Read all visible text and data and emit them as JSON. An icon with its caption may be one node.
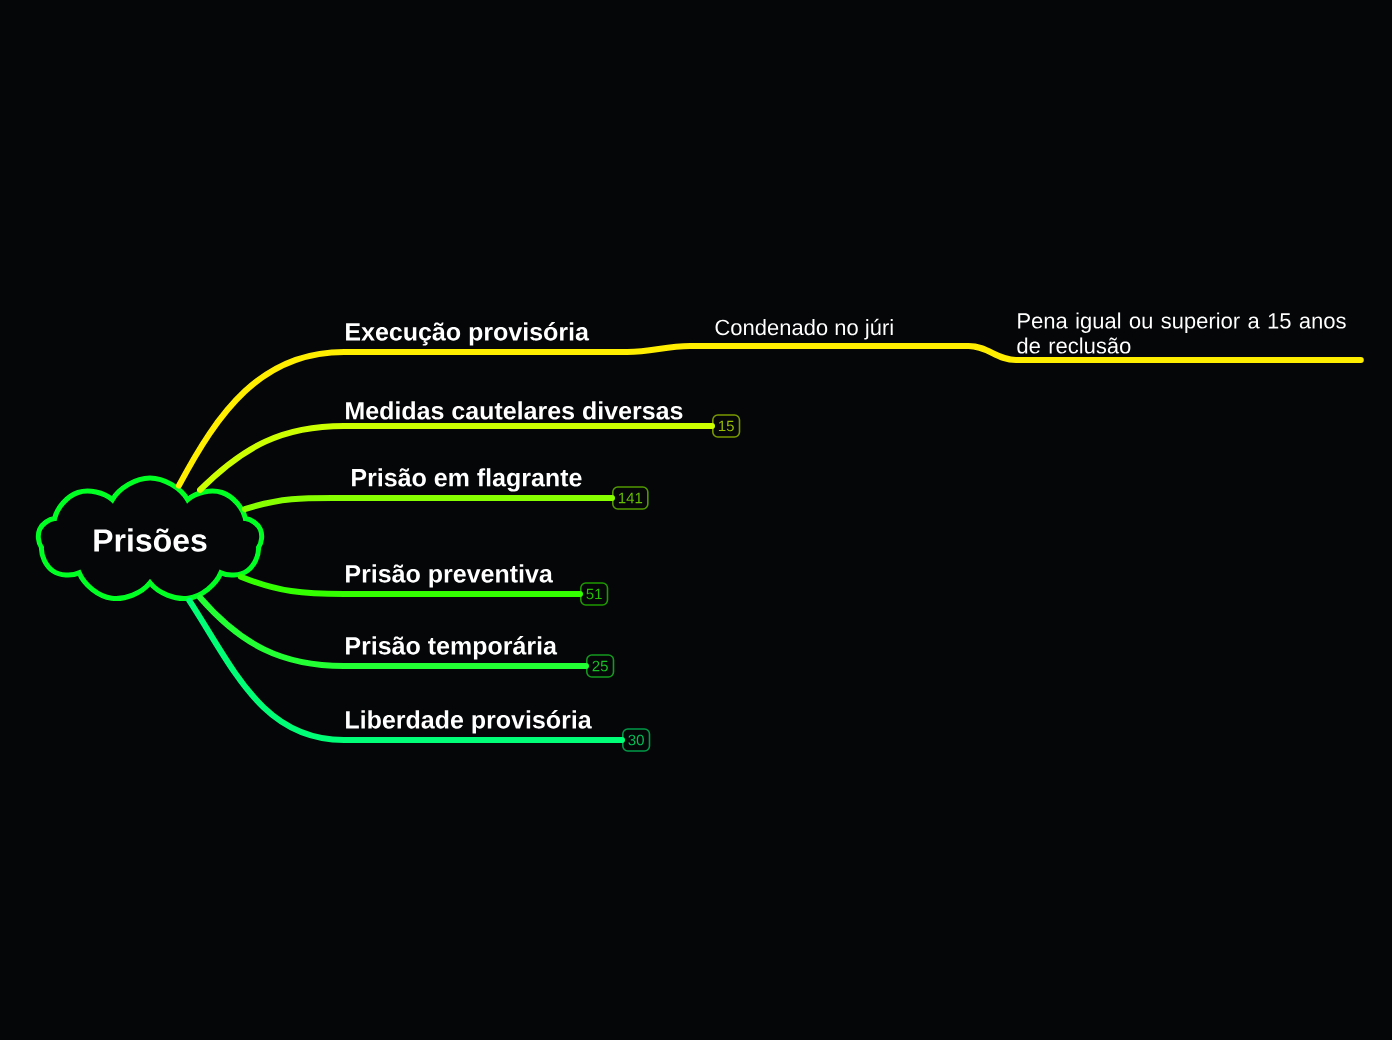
{
  "diagram": {
    "nodes": [
      {
        "text": [
          "Prisões"
        ]
      },
      {
        "text": [
          "Execução provisória"
        ]
      },
      {
        "text": [
          "Condenado no júri"
        ]
      },
      {
        "text": [
          "Pena igual ou superior a 15 anos de reclusão"
        ]
      },
      {
        "text": [
          "Medidas cautelares diversas"
        ],
        "beside": [
          "15"
        ]
      },
      {
        "text": [
          "Prisão em flagrante"
        ],
        "beside": [
          "141"
        ]
      },
      {
        "text": [
          "Prisão preventiva"
        ],
        "beside": [
          "51"
        ]
      },
      {
        "text": [
          "Prisão temporária"
        ],
        "beside": [
          "25"
        ]
      },
      {
        "text": [
          "Liberdade provisória"
        ],
        "beside": [
          "30"
        ]
      }
    ],
    "edges": [
      {
        "from": 0,
        "to": 1,
        "arrow": "none",
        "color": "#ffee00"
      },
      {
        "from": 1,
        "to": 2,
        "arrow": "none",
        "color": "#ffee00"
      },
      {
        "from": 2,
        "to": 3,
        "arrow": "none",
        "color": "#ffee00"
      },
      {
        "from": 0,
        "to": 4,
        "arrow": "none",
        "color": "#ccff00"
      },
      {
        "from": 0,
        "to": 5,
        "arrow": "none",
        "color": "#88ff00"
      },
      {
        "from": 0,
        "to": 6,
        "arrow": "none",
        "color": "#33ff00"
      },
      {
        "from": 0,
        "to": 7,
        "arrow": "none",
        "color": "#22ff33"
      },
      {
        "from": 0,
        "to": 8,
        "arrow": "none",
        "color": "#00ff77"
      }
    ]
  }
}
